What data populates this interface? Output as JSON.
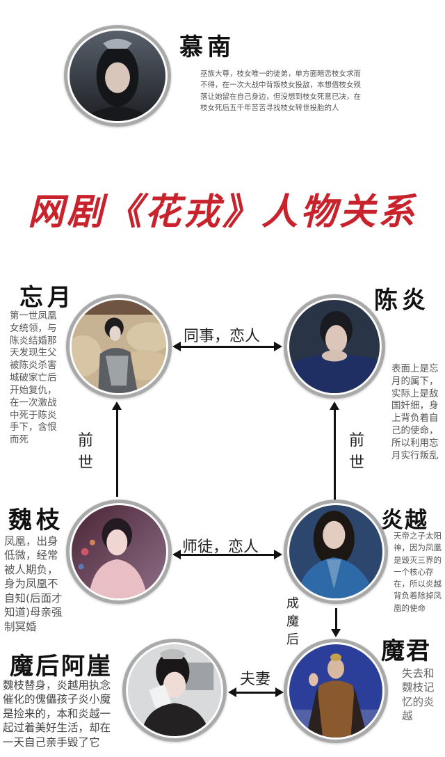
{
  "title": "网剧《花戎》人物关系",
  "colors": {
    "title": "#c8232c",
    "portrait_border": "#a9a9a9",
    "arrow": "#111111",
    "text": "#555555"
  },
  "characters": {
    "munan": {
      "name": "慕南",
      "desc": "巫族大尊，枝女唯一的徒弟，单方面暗恋枝女求而不得，在一次大战中背叛枝女投敌，本想借枝女殒落让她留在自己身边，但没想到枝女死意已决，在枝女死后五千年苦苦寻找枝女转世投胎的人"
    },
    "wangyue": {
      "name": "忘月",
      "desc": "第一世凤凰女统领，与陈炎结婚那天发现生父被陈炎杀害城破家亡后开始复仇，在一次激战中死于陈炎手下，含恨而死"
    },
    "chenyan": {
      "name": "陈炎",
      "desc": "表面上是忘月的属下，实际上是敌国奸细，身上背负着自己的使命，所以利用忘月实行叛乱"
    },
    "weizhi": {
      "name": "魏枝",
      "desc": "凤凰，出身低微，经常被人期负，身为凤凰不自知(后面才知道)母亲强制冥婚"
    },
    "yanyue": {
      "name": "炎越",
      "desc": "天帝之子太阳神，因为凤凰是毁灭三界的一个核心存在，所以炎越背负着除掉凤凰的使命"
    },
    "mohou": {
      "name": "魔后阿崖",
      "desc": "魏枝替身，炎越用执念催化的傀儡孩子炎小魔是捡来的，本和炎越一起过着美好生活，却在一天自己亲手毁了它"
    },
    "mojun": {
      "name": "魔君",
      "desc": "失去和魏枝记忆的炎越"
    }
  },
  "relations": {
    "wangyue_chenyan": "同事，恋人",
    "weizhi_yanyue": "师徒，恋人",
    "mohou_mojun": "夫妻",
    "weizhi_wangyue": "前世",
    "yanyue_chenyan": "前世",
    "yanyue_mojun": "成魔后"
  }
}
